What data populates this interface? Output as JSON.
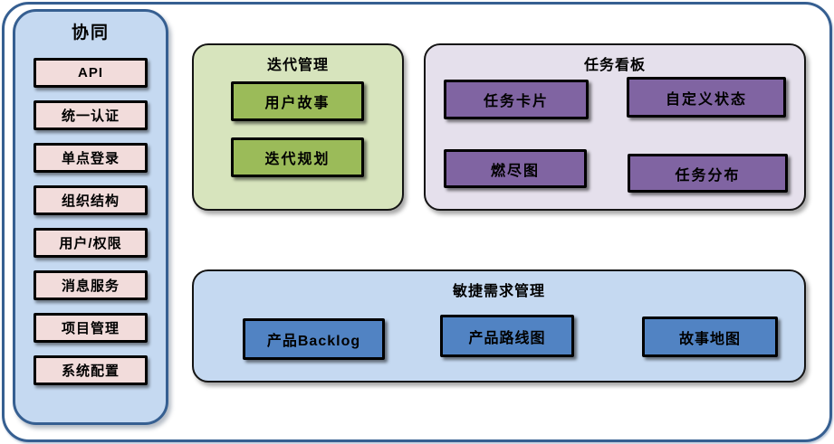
{
  "palette": {
    "outer_border": "#365f91",
    "sidebar_bg": "#c5d9f1",
    "pink_item_bg": "#f2dcdb",
    "green_panel_bg": "#d7e4bd",
    "green_item_bg": "#9bbb59",
    "purple_panel_bg": "#e5e0ec",
    "purple_item_bg": "#8064a2",
    "blue_panel_bg": "#c5d9f1",
    "blue_item_bg": "#5183c3",
    "text": "#000000"
  },
  "sidebar": {
    "title": "协同",
    "items": [
      "API",
      "统一认证",
      "单点登录",
      "组织结构",
      "用户/权限",
      "消息服务",
      "项目管理",
      "系统配置"
    ]
  },
  "panels": {
    "iteration": {
      "title": "迭代管理",
      "items": [
        "用户故事",
        "迭代规划"
      ]
    },
    "kanban": {
      "title": "任务看板",
      "items": [
        "任务卡片",
        "自定义状态",
        "燃尽图",
        "任务分布"
      ]
    },
    "requirements": {
      "title": "敏捷需求管理",
      "items": [
        "产品Backlog",
        "产品路线图",
        "故事地图"
      ]
    }
  }
}
